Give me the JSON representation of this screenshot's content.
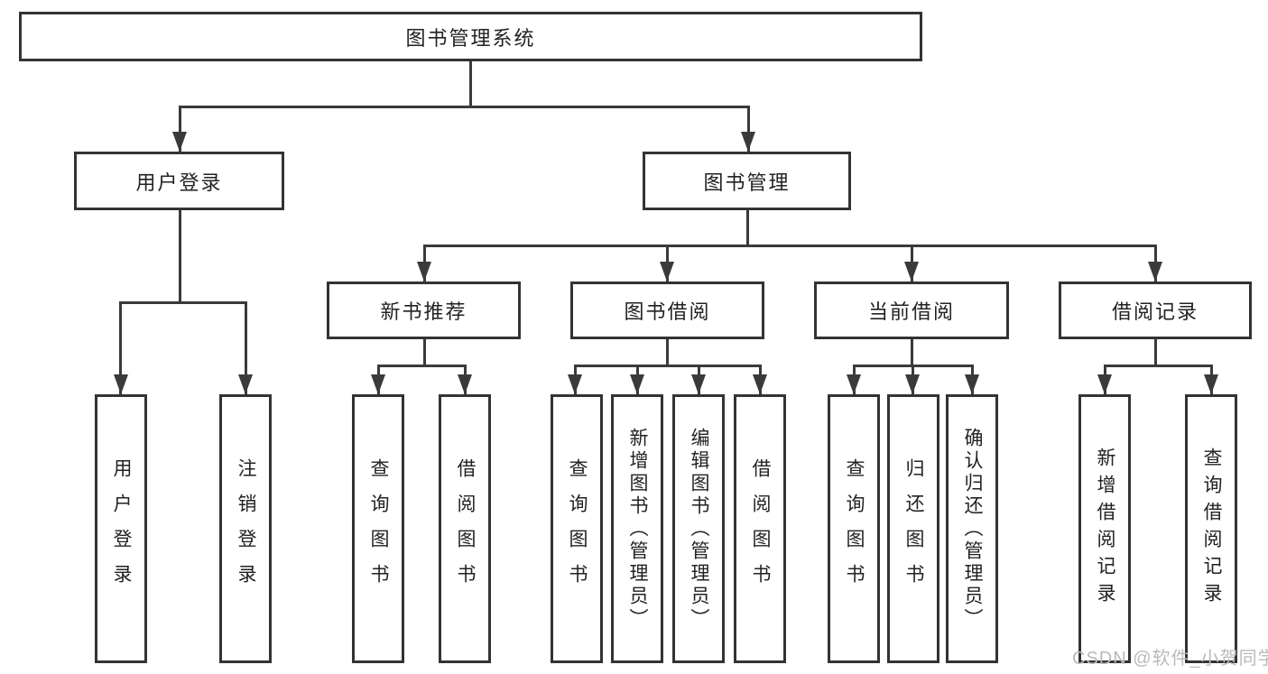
{
  "diagram": {
    "root": {
      "label": "图书管理系统"
    },
    "level2": {
      "user_login": {
        "label": "用户登录"
      },
      "book_mgmt": {
        "label": "图书管理"
      }
    },
    "level3": {
      "new_book": {
        "label": "新书推荐"
      },
      "book_borrow": {
        "label": "图书借阅"
      },
      "current_borrow": {
        "label": "当前借阅"
      },
      "borrow_record": {
        "label": "借阅记录"
      }
    },
    "leaves": {
      "user_login": {
        "label": "用户登录"
      },
      "logout": {
        "label": "注销登录"
      },
      "nb_query": {
        "label": "查询图书"
      },
      "nb_borrow": {
        "label": "借阅图书"
      },
      "bb_query": {
        "label": "查询图书"
      },
      "bb_add": {
        "label": "新增图书（管理员）"
      },
      "bb_edit": {
        "label": "编辑图书（管理员）"
      },
      "bb_borrow": {
        "label": "借阅图书"
      },
      "cb_query": {
        "label": "查询图书"
      },
      "cb_return": {
        "label": "归还图书"
      },
      "cb_confirm": {
        "label": "确认归还（管理员）"
      },
      "br_add": {
        "label": "新增借阅记录"
      },
      "br_query": {
        "label": "查询借阅记录"
      }
    },
    "watermark": "CSDN @软件_小贺同学",
    "colors": {
      "line": "#3a3a3a",
      "box_border": "#333333",
      "text": "#222222",
      "watermark": "#bababa",
      "background": "#ffffff"
    }
  }
}
